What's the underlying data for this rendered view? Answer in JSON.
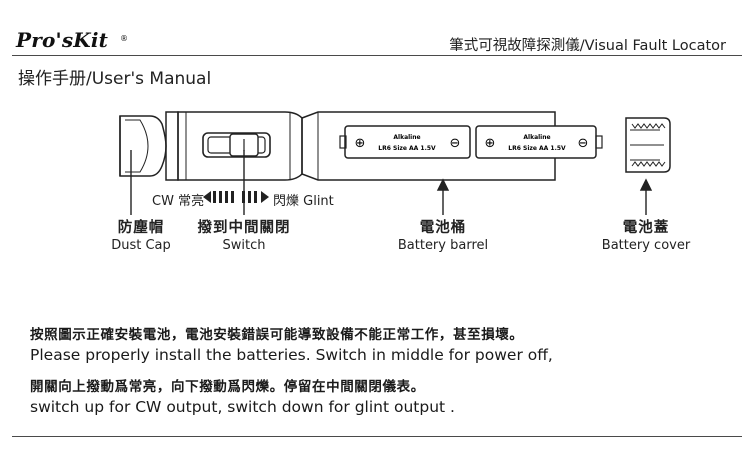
{
  "header": {
    "brand": "Pro'sKit",
    "brand_mark": "®",
    "title": "筆式可視故障探測儀/Visual Fault Locator"
  },
  "manual_title": "操作手册/User's Manual",
  "diagram": {
    "battery_label_brand": "Alkaline",
    "battery_label_spec": "LR6 Size AA 1.5V",
    "plus_symbol": "⊕",
    "minus_symbol": "⊖",
    "mode_indicator": {
      "left_text": "CW 常亮",
      "right_text": "閃爍 Glint"
    },
    "parts": [
      {
        "zh": "防塵帽",
        "en": "Dust Cap"
      },
      {
        "zh": "撥到中間關閉",
        "en": "Switch"
      },
      {
        "zh": "電池桶",
        "en": "Battery barrel"
      },
      {
        "zh": "電池蓋",
        "en": "Battery cover"
      }
    ]
  },
  "instructions": [
    "按照圖示正確安裝電池，電池安裝錯誤可能導致設備不能正常工作，甚至損壞。",
    "Please properly install the batteries.  Switch in middle for power off,",
    "開關向上撥動爲常亮，向下撥動爲閃爍。停留在中間關閉儀表。",
    "switch up for CW output, switch down for glint output ."
  ]
}
